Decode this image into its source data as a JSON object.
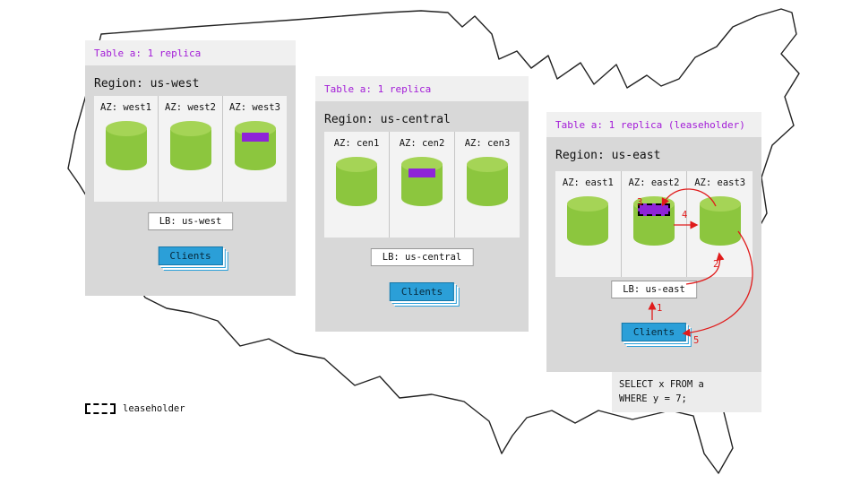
{
  "colors": {
    "accent_purple": "#a21bd7",
    "replica_purple": "#8e24d8",
    "cylinder_green": "#8cc63e",
    "clients_blue": "#2b9fd8",
    "arrow_red": "#e01b1b"
  },
  "regions": [
    {
      "table_label": "Table a: 1 replica",
      "region_label": "Region: us-west",
      "azs": [
        {
          "label": "AZ: west1",
          "replica": false,
          "leaseholder": false
        },
        {
          "label": "AZ: west2",
          "replica": false,
          "leaseholder": false
        },
        {
          "label": "AZ: west3",
          "replica": true,
          "leaseholder": false
        }
      ],
      "lb_label": "LB: us-west",
      "clients_label": "Clients"
    },
    {
      "table_label": "Table a: 1 replica",
      "region_label": "Region: us-central",
      "azs": [
        {
          "label": "AZ: cen1",
          "replica": false,
          "leaseholder": false
        },
        {
          "label": "AZ: cen2",
          "replica": true,
          "leaseholder": false
        },
        {
          "label": "AZ: cen3",
          "replica": false,
          "leaseholder": false
        }
      ],
      "lb_label": "LB: us-central",
      "clients_label": "Clients"
    },
    {
      "table_label": "Table a: 1 replica (leaseholder)",
      "region_label": "Region: us-east",
      "azs": [
        {
          "label": "AZ: east1",
          "replica": false,
          "leaseholder": false
        },
        {
          "label": "AZ: east2",
          "replica": true,
          "leaseholder": true
        },
        {
          "label": "AZ: east3",
          "replica": false,
          "leaseholder": false
        }
      ],
      "lb_label": "LB: us-east",
      "clients_label": "Clients"
    }
  ],
  "flow_steps": {
    "s1": "1",
    "s2": "2",
    "s3": "3",
    "s4": "4",
    "s5": "5"
  },
  "query": {
    "line1": "SELECT x FROM a",
    "line2": "WHERE y = 7;"
  },
  "legend": {
    "label": "leaseholder"
  }
}
